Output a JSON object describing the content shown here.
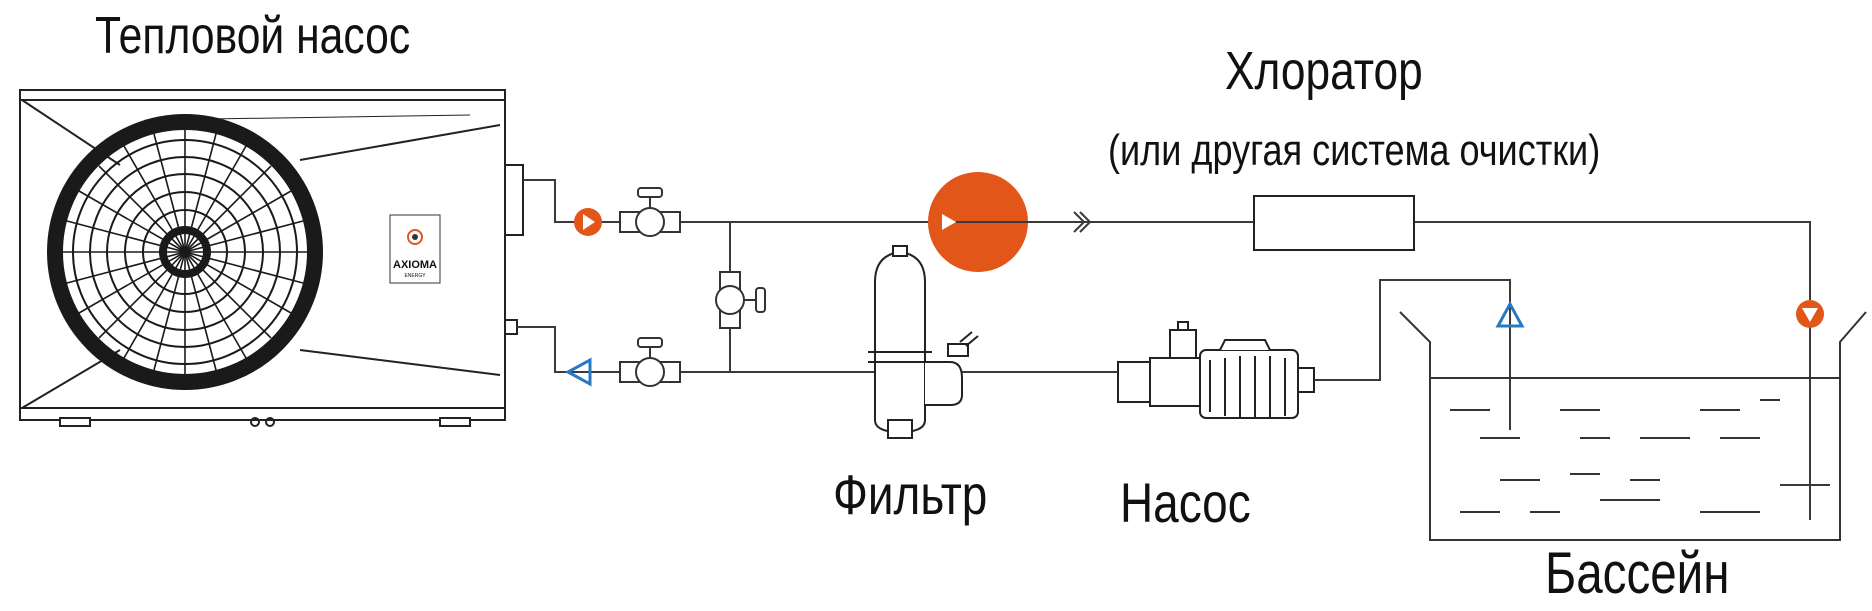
{
  "labels": {
    "heat_pump": "Тепловой насос",
    "chlorinator": "Хлоратор",
    "chlorinator_note": "(или другая система очистки)",
    "filter": "Фильтр",
    "pump": "Насос",
    "pool": "Бассейн"
  },
  "logo": {
    "text": "AXIOMA",
    "subtext": "ENERGY"
  },
  "colors": {
    "line": "#3a3a3a",
    "flow_out": "#e2561a",
    "flow_in": "#2a78c2",
    "outline": "#222222"
  },
  "icons": [
    "fan-icon",
    "valve-icon",
    "filter-icon",
    "pump-icon",
    "chlorinator-icon",
    "pool-icon",
    "flow-arrow-icon"
  ]
}
